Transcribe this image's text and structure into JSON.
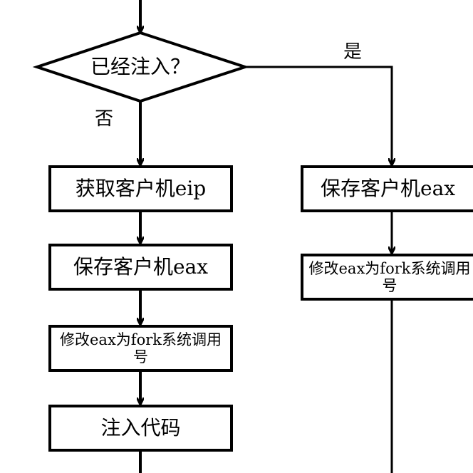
{
  "flowchart": {
    "decision": {
      "text": "已经注入？"
    },
    "branch_labels": {
      "yes": "是",
      "no": "否"
    },
    "left_steps": [
      "获取客户机eip",
      "保存客户机eax",
      "修改eax为fork系统调用号",
      "注入代码"
    ],
    "right_steps": [
      "保存客户机eax",
      "修改eax为fork系统调用号"
    ],
    "colors": {
      "stroke": "#000000",
      "text": "#000000",
      "background": "#ffffff"
    }
  }
}
